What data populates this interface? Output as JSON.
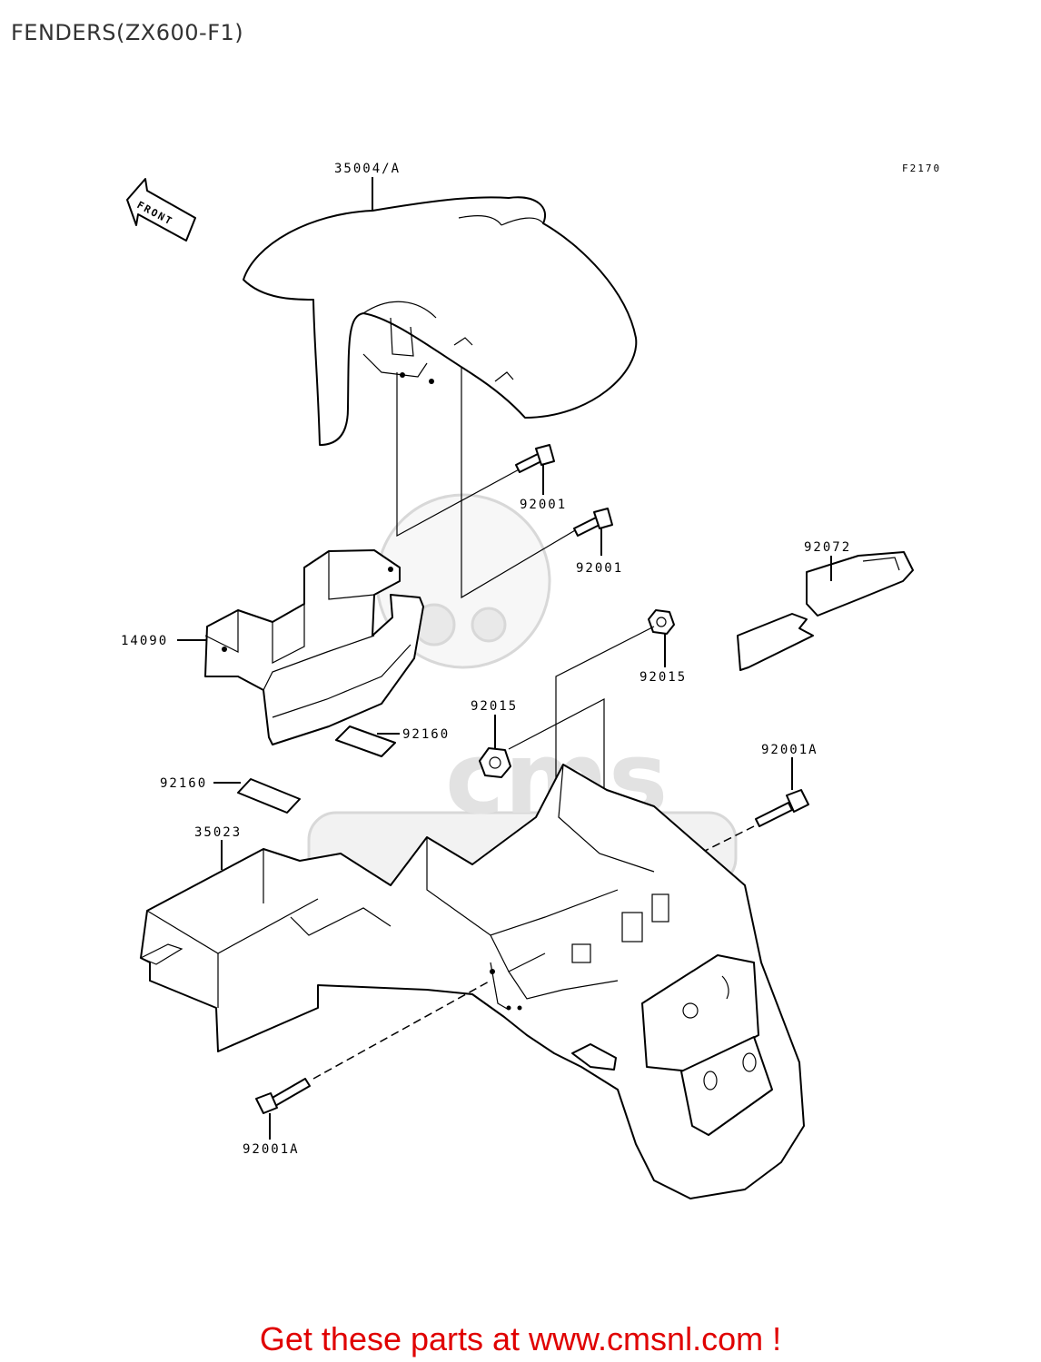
{
  "title": "FENDERS(ZX600-F1)",
  "figure_code": "F2170",
  "front_label": "FRONT",
  "watermark_brand": "cms",
  "parts": {
    "front_fender": "35004/A",
    "bolt_upper": "92001",
    "bolt_lower": "92001",
    "cover": "14090",
    "strap": "92072",
    "nut_right": "92015",
    "nut_center": "92015",
    "pad_upper": "92160",
    "pad_lower": "92160",
    "bolt_a_right": "92001A",
    "rear_fender": "35023",
    "bolt_a_bottom": "92001A"
  },
  "footer_link": "Get these parts at www.cmsnl.com !"
}
